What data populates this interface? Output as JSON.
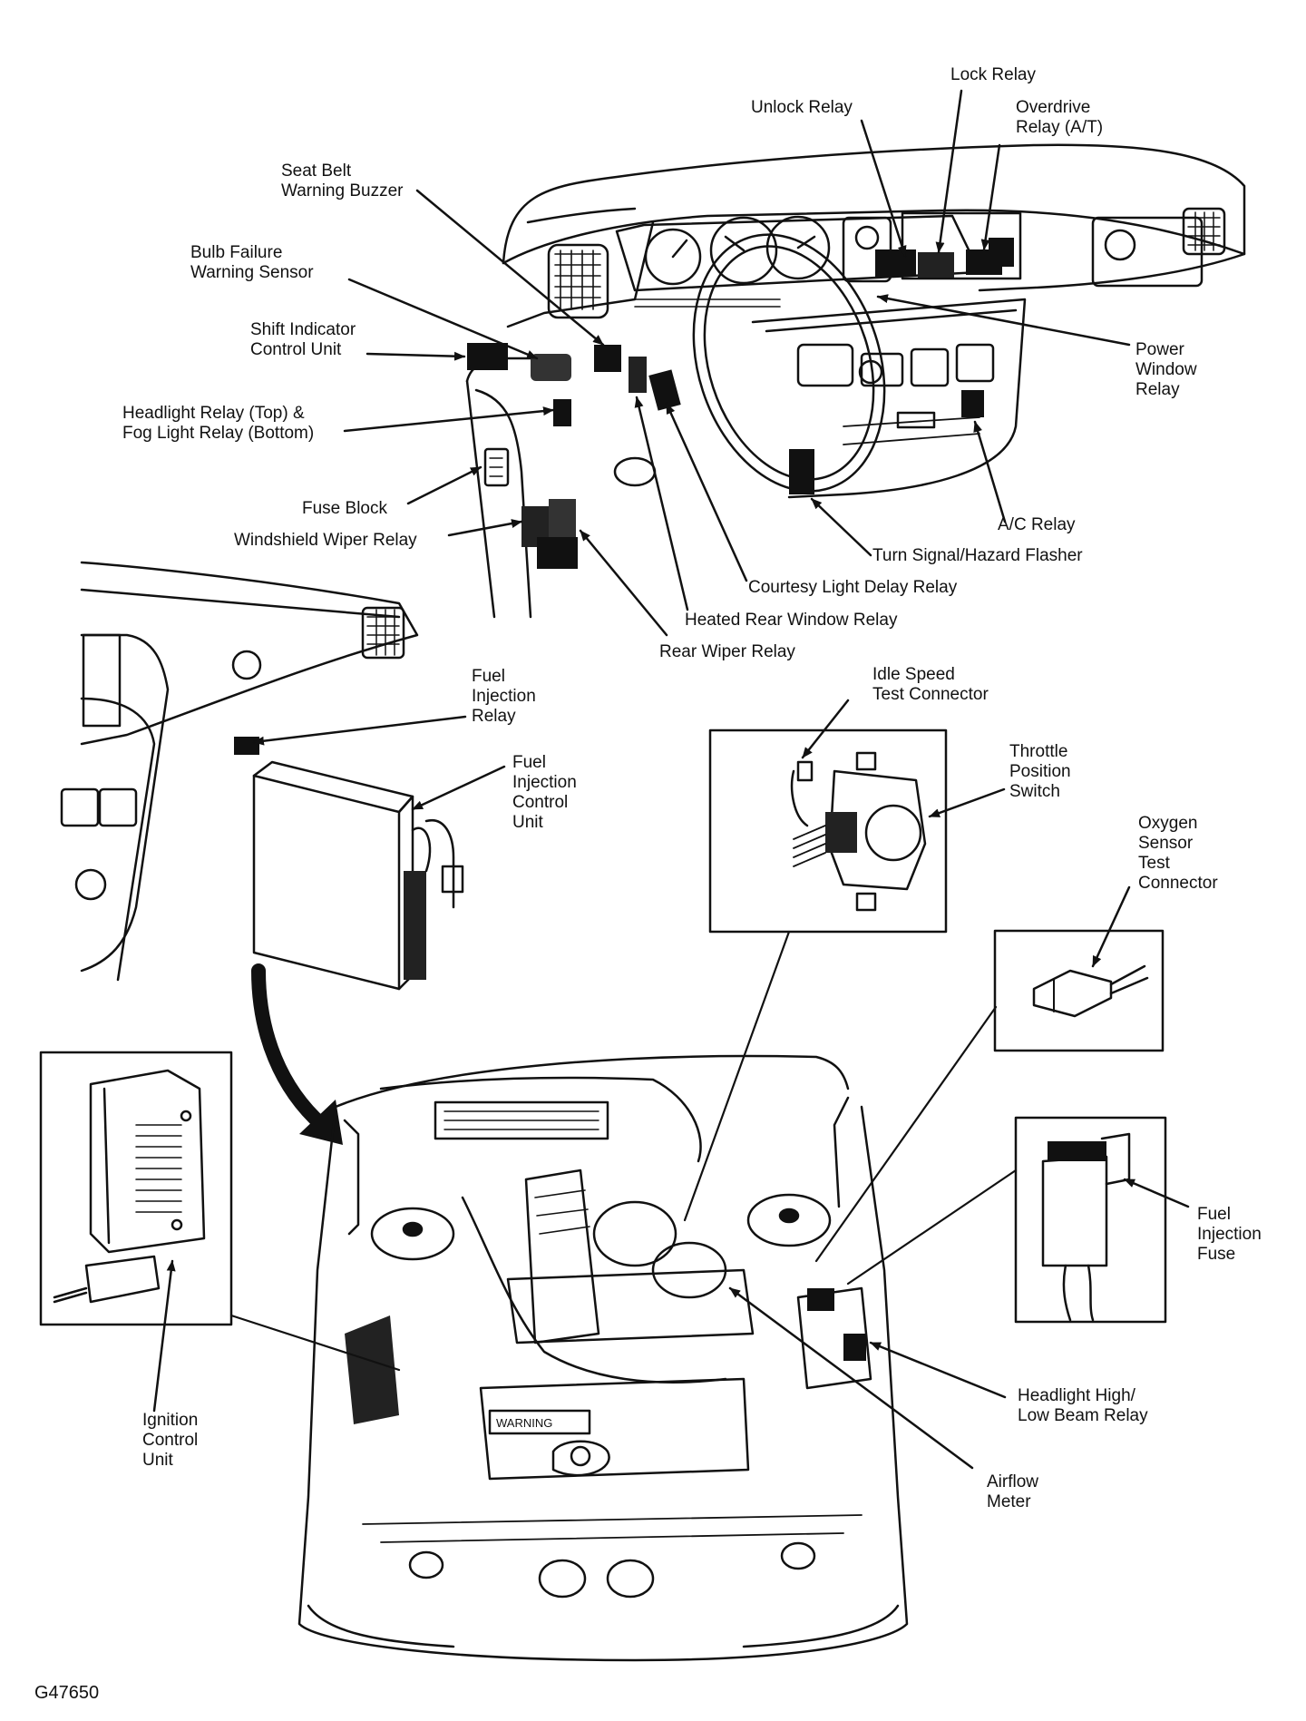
{
  "labels": {
    "lock_relay": "Lock Relay",
    "unlock_relay": "Unlock Relay",
    "overdrive_relay": "Overdrive\nRelay (A/T)",
    "seat_belt_buzzer": "Seat Belt\nWarning Buzzer",
    "bulb_failure_sensor": "Bulb Failure\nWarning Sensor",
    "shift_indicator": "Shift Indicator\nControl Unit",
    "headlight_fog_relay": "Headlight Relay (Top) &\nFog Light Relay (Bottom)",
    "fuse_block": "Fuse Block",
    "windshield_wiper_relay": "Windshield Wiper Relay",
    "power_window_relay": "Power\nWindow\nRelay",
    "ac_relay": "A/C Relay",
    "turn_signal_flasher": "Turn Signal/Hazard Flasher",
    "courtesy_light_relay": "Courtesy Light Delay Relay",
    "heated_rear_window_relay": "Heated Rear Window Relay",
    "rear_wiper_relay": "Rear Wiper Relay",
    "fuel_injection_relay": "Fuel\nInjection\nRelay",
    "fuel_injection_control_unit": "Fuel\nInjection\nControl\nUnit",
    "idle_speed_connector": "Idle Speed\nTest Connector",
    "throttle_position_switch": "Throttle\nPosition\nSwitch",
    "oxygen_sensor_connector": "Oxygen\nSensor\nTest\nConnector",
    "fuel_injection_fuse": "Fuel\nInjection\nFuse",
    "headlight_high_low_relay": "Headlight High/\nLow Beam Relay",
    "airflow_meter": "Airflow\nMeter",
    "ignition_control_unit": "Ignition\nControl\nUnit"
  },
  "engine_plate_text": "WARNING",
  "figure_id": "G47650"
}
